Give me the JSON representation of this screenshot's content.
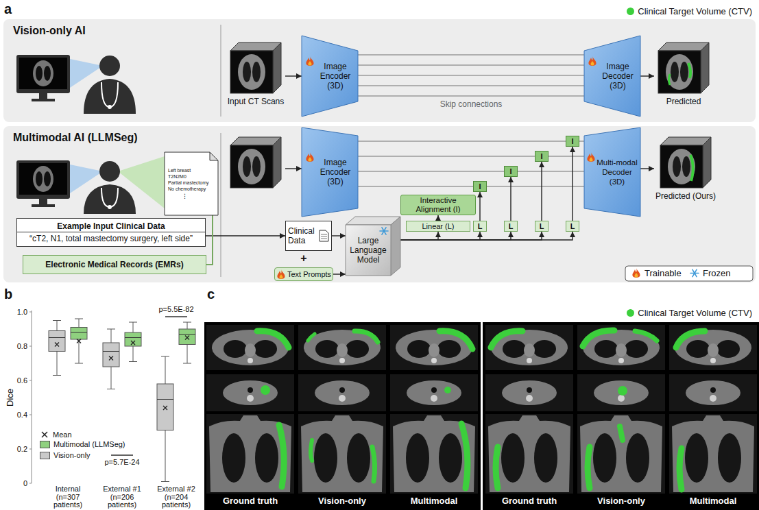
{
  "diagram": {
    "nodes": [
      {
        "text": [
          "Vision-only AI"
        ]
      },
      {
        "text": [
          "Input CT Scans"
        ],
        "in": 0
      },
      {
        "text": [
          "Image Encoder (3D)"
        ],
        "in": 0
      },
      {
        "text": [
          "Image Decoder (3D)"
        ],
        "in": 0
      },
      {
        "text": [
          "Predicted"
        ],
        "in": 0
      },
      {
        "text": [
          "Multimodal AI (LLMSeg)"
        ]
      },
      {
        "text": [
          "Left breast",
          "T2N2M0",
          "Partial mastectomy",
          "No chemotherapy",
          "⋮"
        ],
        "in": 5
      },
      {
        "text": [
          "Example Input Clinical Data",
          "“cT2, N1, total mastectomy surgery, left side”"
        ],
        "in": 5
      },
      {
        "text": [
          "Electronic Medical Records (EMRs)"
        ],
        "in": 5
      },
      {
        "text": [
          "Image Encoder (3D)"
        ],
        "in": 5
      },
      {
        "text": [
          "Multi-modal Decoder (3D)"
        ],
        "in": 5
      },
      {
        "text": [
          "Predicted (Ours)"
        ],
        "in": 5
      },
      {
        "text": [
          "Clinical Data"
        ],
        "in": 5
      },
      {
        "text": [
          "Text Prompts"
        ],
        "in": 5
      },
      {
        "text": [
          "Large Language Model"
        ],
        "in": 5
      },
      {
        "text": [
          "Interactive Alignment (I)"
        ],
        "in": 5
      },
      {
        "text": [
          "Linear (L)"
        ],
        "in": 5
      },
      {
        "text": [
          "L"
        ],
        "in": 5
      },
      {
        "text": [
          "L"
        ],
        "in": 5
      },
      {
        "text": [
          "L"
        ],
        "in": 5
      },
      {
        "text": [
          "L"
        ],
        "in": 5
      },
      {
        "text": [
          "I"
        ],
        "in": 5
      },
      {
        "text": [
          "I"
        ],
        "in": 5
      },
      {
        "text": [
          "I"
        ],
        "in": 5
      },
      {
        "text": [
          "I"
        ],
        "in": 5
      }
    ],
    "edges": [
      {
        "from": 1,
        "to": 2,
        "arrow": "to"
      },
      {
        "from": 2,
        "to": 3,
        "arrow": "none"
      },
      {
        "from": 2,
        "to": 3,
        "arrow": "none"
      },
      {
        "from": 2,
        "to": 3,
        "arrow": "none"
      },
      {
        "from": 2,
        "to": 3,
        "arrow": "none"
      },
      {
        "from": 2,
        "to": 3,
        "arrow": "none"
      },
      {
        "from": 3,
        "to": 4,
        "arrow": "to"
      },
      {
        "from": 7,
        "to": 12,
        "arrow": "to"
      },
      {
        "from": 12,
        "to": 14,
        "arrow": "to"
      },
      {
        "from": 13,
        "to": 14,
        "arrow": "to"
      },
      {
        "from": 9,
        "to": 10,
        "arrow": "none"
      },
      {
        "from": 9,
        "to": 10,
        "arrow": "none"
      },
      {
        "from": 9,
        "to": 10,
        "arrow": "none"
      },
      {
        "from": 9,
        "to": 10,
        "arrow": "none"
      },
      {
        "from": 10,
        "to": 11,
        "arrow": "to"
      },
      {
        "from": 14,
        "to": 16,
        "arrow": "to"
      },
      {
        "from": 14,
        "to": 17,
        "arrow": "to"
      },
      {
        "from": 14,
        "to": 18,
        "arrow": "to"
      },
      {
        "from": 14,
        "to": 19,
        "arrow": "to"
      },
      {
        "from": 14,
        "to": 20,
        "arrow": "to"
      },
      {
        "from": 16,
        "to": 15,
        "arrow": "to"
      },
      {
        "from": 17,
        "to": 21,
        "arrow": "to"
      },
      {
        "from": 18,
        "to": 22,
        "arrow": "to"
      },
      {
        "from": 19,
        "to": 23,
        "arrow": "to"
      },
      {
        "from": 20,
        "to": 24,
        "arrow": "to"
      },
      {
        "from": 8,
        "to": 6,
        "arrow": "none"
      }
    ],
    "labels": [
      "a",
      "Skip connections",
      "+",
      "b",
      "Dice",
      "1.0",
      "0.8",
      "0.6",
      "0.4",
      "0.2",
      "0",
      "Internal (n=307 patients)",
      "External #1 (n=206 patients)",
      "External #2 (n=204 patients)",
      "p=5.5E-82",
      "p=5.7E-24",
      "c",
      "Ground truth",
      "Vision-only",
      "Multimodal",
      "Ground truth",
      "Vision-only",
      "Multimodal"
    ],
    "legend": [
      {
        "text": "Clinical Target Volume (CTV)",
        "color": "#3ccf3c"
      },
      {
        "text": "Trainable"
      },
      {
        "text": "Frozen"
      },
      {
        "text": "Mean"
      },
      {
        "text": "Multimodal (LLMSeg)",
        "color": "#8fd07f"
      },
      {
        "text": "Vision-only",
        "color": "#c9c9c9"
      },
      {
        "text": "Clinical Target Volume (CTV)",
        "color": "#3ccf3c"
      }
    ]
  }
}
